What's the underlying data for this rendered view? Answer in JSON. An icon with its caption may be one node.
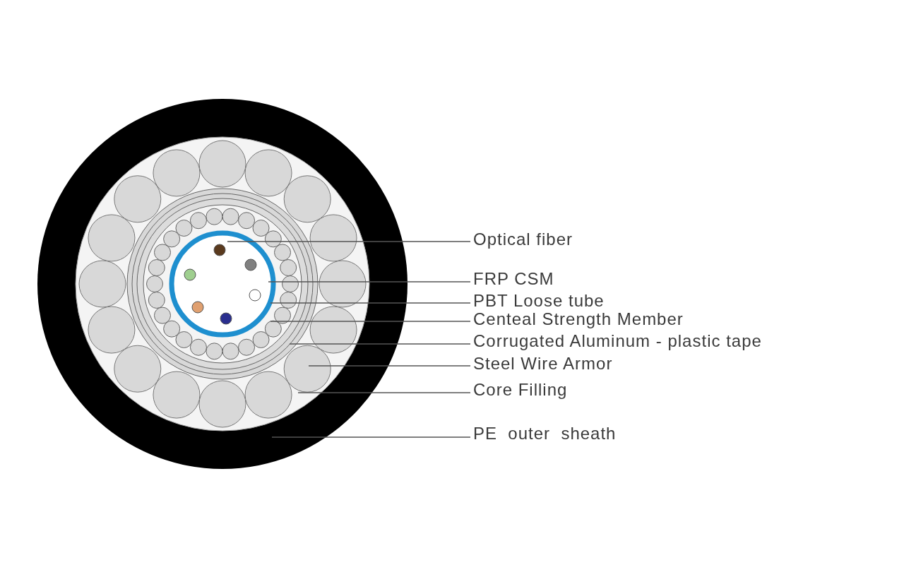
{
  "diagram": {
    "nodes": [
      {
        "text": [
          "Optical fiber"
        ]
      },
      {
        "text": [
          "FRP CSM"
        ]
      },
      {
        "text": [
          "PBT Loose tube"
        ]
      },
      {
        "text": [
          "Centeal Strength Member"
        ]
      },
      {
        "text": [
          "Corrugated Aluminum - plastic tape"
        ]
      },
      {
        "text": [
          "Steel Wire Armor"
        ]
      },
      {
        "text": [
          "Core Filling"
        ]
      },
      {
        "text": [
          "PE  outer  sheath"
        ]
      }
    ],
    "edges": [
      {
        "from": 0,
        "to": null,
        "arrow": "none"
      },
      {
        "from": 1,
        "to": null,
        "arrow": "none"
      },
      {
        "from": 2,
        "to": null,
        "arrow": "none"
      },
      {
        "from": 3,
        "to": null,
        "arrow": "none"
      },
      {
        "from": 4,
        "to": null,
        "arrow": "none"
      },
      {
        "from": 5,
        "to": null,
        "arrow": "none"
      },
      {
        "from": 6,
        "to": null,
        "arrow": "none"
      },
      {
        "from": 7,
        "to": null,
        "arrow": "none"
      }
    ]
  }
}
